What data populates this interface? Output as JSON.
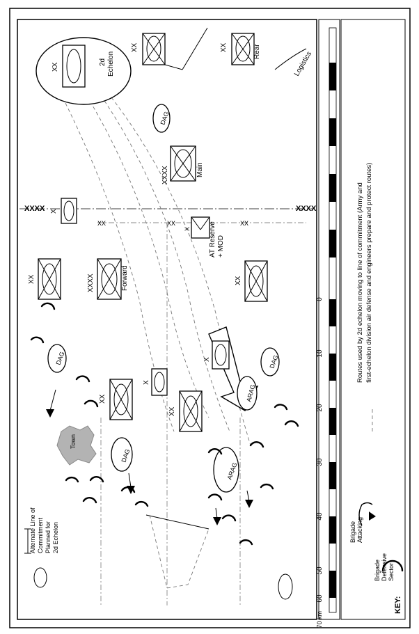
{
  "labels": {
    "xxxx_top": "XXXX",
    "xxxx_bottom": "XXXX",
    "xx": "XX",
    "xxxx": "XXXX",
    "x": "X",
    "second_echelon": "2d Echelon",
    "second_echelon_l1": "2d",
    "second_echelon_l2": "Echelon",
    "rear": "Rear",
    "logistics": "Logistics",
    "main": "Main",
    "forward": "Forward",
    "dag": "DAG",
    "arag": "ARAG",
    "at_reserve_l1": "AT Reserve",
    "at_reserve_l2": "+ MOD",
    "town": "Town",
    "alt_line_l1": "Alternate Line of",
    "alt_line_l2": "Commitment",
    "alt_line_l3": "Planned for",
    "alt_line_l4": "2d Echelon"
  },
  "key": {
    "title": "KEY:",
    "brigade_defensive_l1": "Brigade",
    "brigade_defensive_l2": "Defensive",
    "brigade_defensive_l3": "Sector",
    "brigade_attacking_l1": "Brigade",
    "brigade_attacking_l2": "Attacking",
    "routes_l1": "Routes used by 2d echelon moving to line of commitment (Army and",
    "routes_l2": "first-echelon division air defense and engineers prepare and protect routes)"
  },
  "scale": {
    "ticks": [
      "0",
      "10",
      "20",
      "30",
      "40",
      "50",
      "60",
      "70 km"
    ]
  }
}
